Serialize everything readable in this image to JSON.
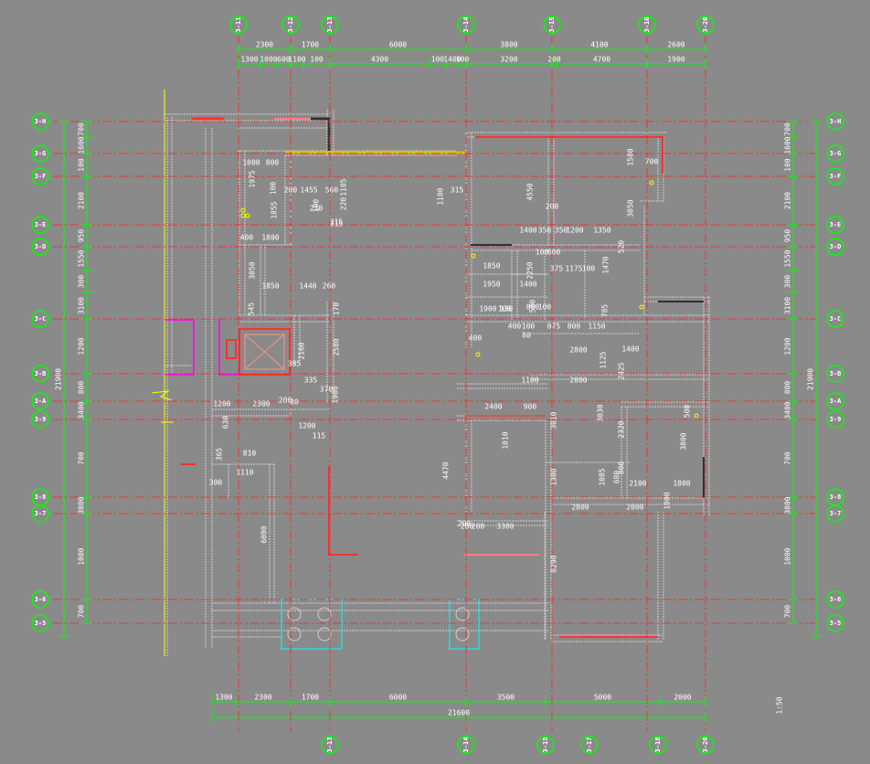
{
  "drawing": {
    "top_axes": [
      "3-11",
      "3-12",
      "3-13",
      "3-14",
      "3-15",
      "3-16",
      "3-20"
    ],
    "bottom_axes": [
      "3-13",
      "3-14",
      "3-15",
      "3-17",
      "3-18",
      "3-20"
    ],
    "side_axes": [
      "3-H",
      "3-G",
      "3-F",
      "3-E",
      "3-D",
      "3-C",
      "3-B",
      "3-A",
      "3-9",
      "3-8",
      "3-7",
      "3-6",
      "3-5"
    ],
    "top_dims_1": [
      "2300",
      "1700",
      "6000",
      "3800",
      "4100",
      "2600"
    ],
    "top_dims_2": [
      "1300",
      "1000",
      "600",
      "1100",
      "100",
      "4300",
      "100",
      "1400",
      "100",
      "3200",
      "200",
      "4700",
      "1900"
    ],
    "bottom_dims_1": [
      "1300",
      "2300",
      "1700",
      "6000",
      "3500",
      "5000",
      "2000"
    ],
    "bottom_total": "21600",
    "left_dims": [
      "700",
      "1600",
      "100",
      "2100",
      "950",
      "1550",
      "300",
      "3100",
      "1200",
      "800",
      "3400",
      "700",
      "3800",
      "1000",
      "700"
    ],
    "left_total": "21900",
    "right_dims": [
      "700",
      "1600",
      "100",
      "2100",
      "950",
      "1550",
      "300",
      "3100",
      "1200",
      "800",
      "3400",
      "700",
      "3800",
      "1000",
      "700"
    ],
    "right_total": "21900",
    "interior_labels": [
      "1000",
      "800",
      "1975",
      "100",
      "200",
      "1455",
      "560",
      "100",
      "220",
      "1105",
      "315",
      "1855",
      "210",
      "315",
      "400",
      "1800",
      "3050",
      "1850",
      "1440",
      "260",
      "545",
      "2160",
      "385",
      "170",
      "2580",
      "335",
      "370",
      "1900",
      "1200",
      "2300",
      "200",
      "80",
      "630",
      "1200",
      "115",
      "365",
      "810",
      "1110",
      "300",
      "6000",
      "200",
      "1100",
      "315",
      "4550",
      "200",
      "1580",
      "700",
      "3050",
      "1400",
      "350",
      "350",
      "1200",
      "1350",
      "520",
      "100",
      "600",
      "1850",
      "2250",
      "375",
      "1175",
      "100",
      "1470",
      "1950",
      "1400",
      "400",
      "785",
      "1900",
      "100",
      "130",
      "800",
      "100",
      "580",
      "400",
      "100",
      "80",
      "075",
      "800",
      "1150",
      "1400",
      "2800",
      "1125",
      "2425",
      "1100",
      "2800",
      "2400",
      "900",
      "3010",
      "3030",
      "2320",
      "4470",
      "1010",
      "1300",
      "1085",
      "680",
      "800",
      "3800",
      "2100",
      "1800",
      "200",
      "3300",
      "2800",
      "2000",
      "8290",
      "200",
      "1000",
      "500"
    ],
    "scale_note": "1:50"
  },
  "colors": {
    "background": "#8a8a8a",
    "dimension": "#00ff00",
    "axis_line": "#ff2020",
    "wall": "#d0d0d0",
    "core": "#ff3030",
    "equipment": "#00ffff",
    "highlight": "#ff00ff",
    "accent": "#ffff00",
    "text": "#ffffff"
  }
}
